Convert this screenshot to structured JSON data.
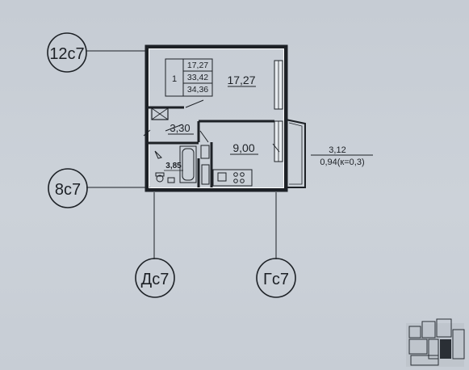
{
  "axes": {
    "row_top": "12с7",
    "row_bottom": "8с7",
    "col_left": "Дс7",
    "col_right": "Гс7"
  },
  "area_table": {
    "rooms": "1",
    "living_area": "17,27",
    "total_area": "33,42",
    "total_with_balcony": "34,36"
  },
  "rooms": {
    "living": "17,27",
    "hall": "3,30",
    "kitchen": "9,00",
    "bathroom": "3,85"
  },
  "balcony": {
    "area": "3,12",
    "reduced": "0,94(к=0,3)"
  },
  "colors": {
    "paper": "#c9cfd6",
    "ink": "#1d2126",
    "wall_fill": "#ffffff"
  }
}
